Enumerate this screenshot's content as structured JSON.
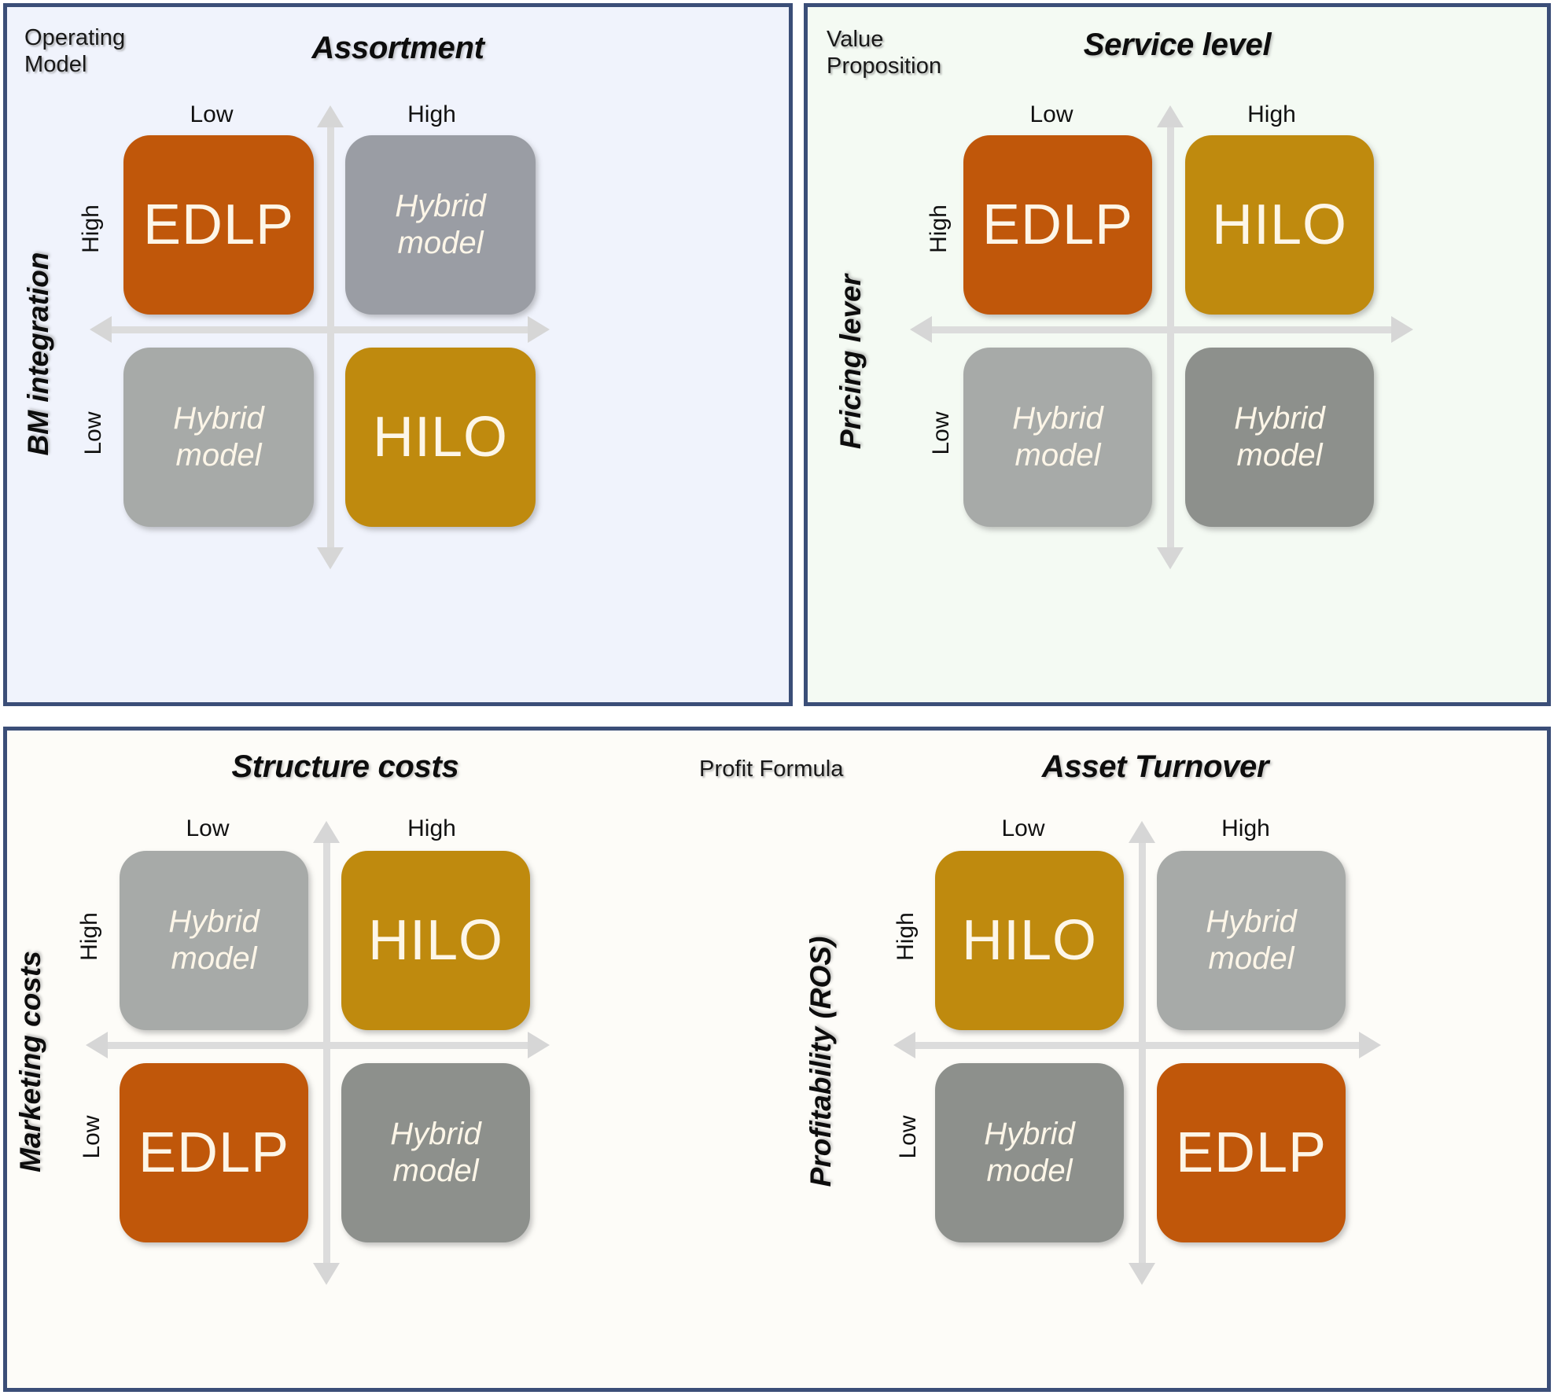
{
  "theme": {
    "border_color": "#3b4e78",
    "orange": "#c0570a",
    "gold": "#bf8a0e",
    "gray_light": "#a7aaa8",
    "gray_dark": "#8d908c",
    "gray_blue": "#9a9da4",
    "axis_color": "#dcdcdc",
    "panel_bg_operating_model": "#f0f3fc",
    "panel_bg_value_proposition": "#f4faf3",
    "panel_bg_profit_formula": "#fdfcf8"
  },
  "labels": {
    "low": "Low",
    "high": "High",
    "edlp": "EDLP",
    "hilo": "HILO",
    "hybrid": "Hybrid\nmodel"
  },
  "panels": [
    {
      "id": "operating-model",
      "perspective": "Operating\nModel",
      "quadrants": [
        {
          "id": "assortment",
          "title": "Assortment",
          "x_axis_label": "Assortment",
          "y_axis_label": "BM integration",
          "x_ticks": [
            "Low",
            "High"
          ],
          "y_ticks": [
            "High",
            "Low"
          ],
          "cells": [
            {
              "position": "top-left",
              "x": "Low",
              "y": "High",
              "label": "EDLP",
              "color": "#c0570a",
              "style": "big"
            },
            {
              "position": "top-right",
              "x": "High",
              "y": "High",
              "label": "Hybrid\nmodel",
              "color": "#9a9da4",
              "style": "small"
            },
            {
              "position": "bottom-left",
              "x": "Low",
              "y": "Low",
              "label": "Hybrid\nmodel",
              "color": "#a7aaa8",
              "style": "small"
            },
            {
              "position": "bottom-right",
              "x": "High",
              "y": "Low",
              "label": "HILO",
              "color": "#bf8a0e",
              "style": "big"
            }
          ]
        }
      ]
    },
    {
      "id": "value-proposition",
      "perspective": "Value\nProposition",
      "quadrants": [
        {
          "id": "service-level",
          "title": "Service level",
          "x_axis_label": "Service level",
          "y_axis_label": "Pricing lever",
          "x_ticks": [
            "Low",
            "High"
          ],
          "y_ticks": [
            "High",
            "Low"
          ],
          "cells": [
            {
              "position": "top-left",
              "x": "Low",
              "y": "High",
              "label": "EDLP",
              "color": "#c0570a",
              "style": "big"
            },
            {
              "position": "top-right",
              "x": "High",
              "y": "High",
              "label": "HILO",
              "color": "#bf8a0e",
              "style": "big"
            },
            {
              "position": "bottom-left",
              "x": "Low",
              "y": "Low",
              "label": "Hybrid\nmodel",
              "color": "#a7aaa8",
              "style": "small"
            },
            {
              "position": "bottom-right",
              "x": "High",
              "y": "Low",
              "label": "Hybrid\nmodel",
              "color": "#8d908c",
              "style": "small"
            }
          ]
        }
      ]
    },
    {
      "id": "profit-formula",
      "perspective": "Profit Formula",
      "quadrants": [
        {
          "id": "structure-costs",
          "title": "Structure costs",
          "x_axis_label": "Structure costs",
          "y_axis_label": "Marketing costs",
          "x_ticks": [
            "Low",
            "High"
          ],
          "y_ticks": [
            "High",
            "Low"
          ],
          "cells": [
            {
              "position": "top-left",
              "x": "Low",
              "y": "High",
              "label": "Hybrid\nmodel",
              "color": "#a7aaa8",
              "style": "small"
            },
            {
              "position": "top-right",
              "x": "High",
              "y": "High",
              "label": "HILO",
              "color": "#bf8a0e",
              "style": "big"
            },
            {
              "position": "bottom-left",
              "x": "Low",
              "y": "Low",
              "label": "EDLP",
              "color": "#c0570a",
              "style": "big"
            },
            {
              "position": "bottom-right",
              "x": "High",
              "y": "Low",
              "label": "Hybrid\nmodel",
              "color": "#8d908c",
              "style": "small"
            }
          ]
        },
        {
          "id": "asset-turnover",
          "title": "Asset Turnover",
          "x_axis_label": "Asset Turnover",
          "y_axis_label": "Profitability (ROS)",
          "x_ticks": [
            "Low",
            "High"
          ],
          "y_ticks": [
            "High",
            "Low"
          ],
          "cells": [
            {
              "position": "top-left",
              "x": "Low",
              "y": "High",
              "label": "HILO",
              "color": "#bf8a0e",
              "style": "big"
            },
            {
              "position": "top-right",
              "x": "High",
              "y": "High",
              "label": "Hybrid\nmodel",
              "color": "#a7aaa8",
              "style": "small"
            },
            {
              "position": "bottom-left",
              "x": "Low",
              "y": "Low",
              "label": "Hybrid\nmodel",
              "color": "#8d908c",
              "style": "small"
            },
            {
              "position": "bottom-right",
              "x": "High",
              "y": "Low",
              "label": "EDLP",
              "color": "#c0570a",
              "style": "big"
            }
          ]
        }
      ]
    }
  ]
}
